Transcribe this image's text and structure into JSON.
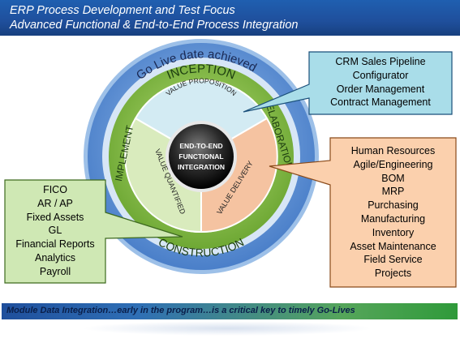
{
  "header": {
    "line1": "ERP Process Development and Test Focus",
    "line2": "Advanced Functional & End-to-End  Process Integration"
  },
  "diagram": {
    "outer_ring_text": "Go Live date achieved",
    "phases": {
      "inception": "INCEPTION",
      "elaboration": "ELABORATION",
      "construction": "CONSTRUCTION",
      "implement": "IMPLEMENT"
    },
    "segments": {
      "value_proposition": "VALUE PROPOSITION",
      "value_delivery": "VALUE DELIVERY",
      "value_quantified": "VALUE QUANTIFIED"
    },
    "center": [
      "END-TO-END",
      "FUNCTIONAL",
      "INTEGRATION"
    ]
  },
  "callouts": {
    "crm": [
      "CRM Sales Pipeline",
      "Configurator",
      "Order Management",
      "Contract Management"
    ],
    "delivery": [
      "Human Resources",
      "Agile/Engineering",
      "BOM",
      "MRP",
      "Purchasing",
      "Manufacturing",
      "Inventory",
      "Asset Maintenance",
      "Field Service",
      "Projects"
    ],
    "finance": [
      "FICO",
      "AR / AP",
      "Fixed Assets",
      "GL",
      "Financial Reports",
      "Analytics",
      "Payroll"
    ]
  },
  "footer": {
    "text": "Module Data Integration…early in the program…is a critical key to timely Go-Lives"
  },
  "colors": {
    "header_blue": "#1f5fb0",
    "outer_ring_blue": "#5b8fd6",
    "phase_ring_green": "#86c04a",
    "proposition_blue": "#cfe8f0",
    "delivery_peach": "#f6c6a6",
    "quantified_green": "#d6e9b8",
    "crm_callout": "#a9dde9",
    "delivery_callout": "#fbd0ad",
    "finance_callout": "#cfe8b4"
  }
}
